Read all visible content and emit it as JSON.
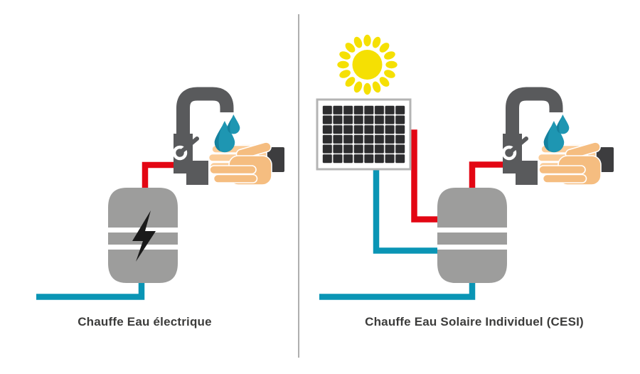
{
  "diagram": {
    "left_panel": {
      "label": "Chauffe Eau électrique",
      "components": [
        "hot-water-tap-icon",
        "water-drops-icon",
        "hands-washing-icon",
        "electric-tank-icon",
        "lightning-bolt-icon",
        "hot-pipe",
        "cold-pipe"
      ]
    },
    "right_panel": {
      "label": "Chauffe Eau Solaire Individuel (CESI)",
      "components": [
        "sun-icon",
        "solar-panel-icon",
        "solar-tank-icon",
        "hot-water-tap-icon",
        "water-drops-icon",
        "hands-washing-icon",
        "hot-pipes",
        "cold-pipes"
      ]
    }
  },
  "colors": {
    "hot_pipe_red": "#e30613",
    "cold_pipe_blue": "#0a95b5",
    "tank_gray": "#9d9d9c",
    "faucet_gray": "#595a5c",
    "drop_teal": "#1e96b2",
    "drop_teal_dark": "#15819e",
    "sun_yellow": "#f5e003",
    "panel_cell_dark": "#2d2d2f",
    "panel_frame_gray": "#b4b4b4",
    "hand_light": "#fbcc98",
    "hand_dark": "#f5bd80",
    "sleeve_dark": "#3d3d3f",
    "bolt_black": "#1a1a1a",
    "label_text": "#3c3c3b",
    "divider_gray": "#9a9a9a"
  }
}
